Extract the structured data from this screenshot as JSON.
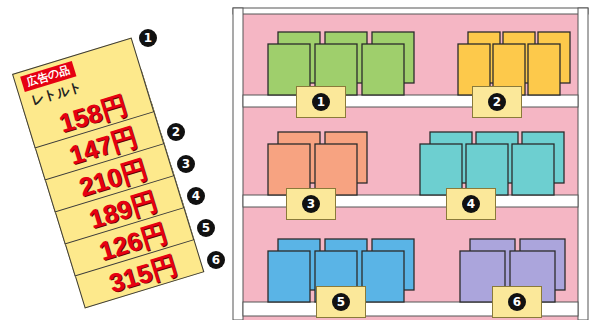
{
  "diagram": {
    "nodes": [
      {
        "text": [
          "広告の品",
          "レトルト",
          "158円"
        ]
      },
      {
        "text": [
          "147円"
        ]
      },
      {
        "text": [
          "210円"
        ]
      },
      {
        "text": [
          "189円"
        ]
      },
      {
        "text": [
          "126円"
        ]
      },
      {
        "text": [
          "315円"
        ]
      },
      {
        "text": [
          "1"
        ]
      },
      {
        "text": [
          "2"
        ]
      },
      {
        "text": [
          "3"
        ]
      },
      {
        "text": [
          "4"
        ]
      },
      {
        "text": [
          "5"
        ]
      },
      {
        "text": [
          "6"
        ]
      }
    ],
    "labels": [
      "1",
      "2",
      "3",
      "4",
      "5",
      "6"
    ]
  }
}
